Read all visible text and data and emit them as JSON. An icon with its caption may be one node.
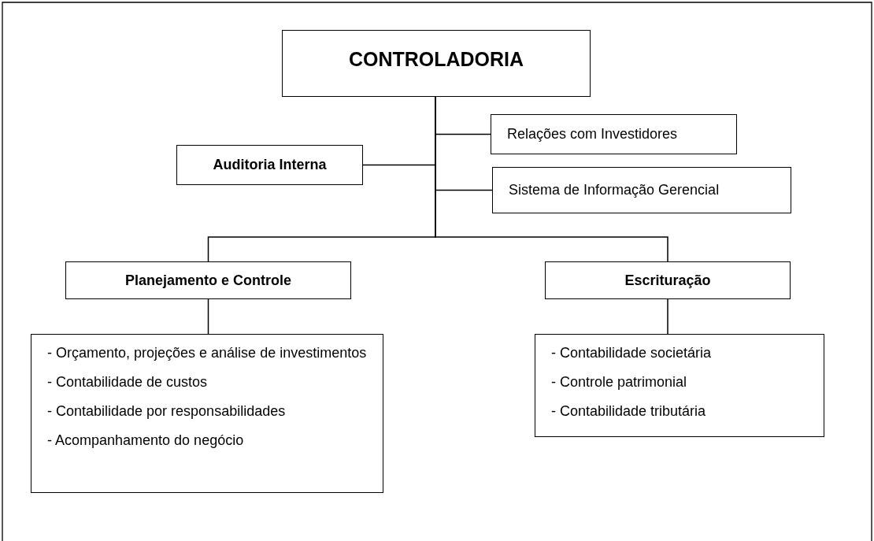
{
  "diagram": {
    "nodes": [
      {
        "text": [
          "CONTROLADORIA"
        ]
      },
      {
        "text": [
          "Relações com Investidores"
        ]
      },
      {
        "text": [
          "Auditoria Interna"
        ]
      },
      {
        "text": [
          "Sistema de Informação Gerencial"
        ]
      },
      {
        "text": [
          "Planejamento e Controle"
        ]
      },
      {
        "text": [
          "Escrituração"
        ]
      },
      {
        "text": [
          "- Orçamento, projeções e análise de investimentos",
          "- Contabilidade de custos",
          "- Contabilidade por responsabilidades",
          "- Acompanhamento do negócio"
        ]
      },
      {
        "text": [
          "- Contabilidade societária",
          "- Controle patrimonial",
          "- Contabilidade tributária"
        ]
      }
    ],
    "edges": [
      {
        "from": 0,
        "to": 1,
        "arrow": "none"
      },
      {
        "from": 0,
        "to": 2,
        "arrow": "none"
      },
      {
        "from": 0,
        "to": 3,
        "arrow": "none"
      },
      {
        "from": 0,
        "to": 4,
        "arrow": "none"
      },
      {
        "from": 0,
        "to": 5,
        "arrow": "none"
      },
      {
        "from": 4,
        "to": 6,
        "arrow": "none"
      },
      {
        "from": 5,
        "to": 7,
        "arrow": "none"
      }
    ]
  }
}
